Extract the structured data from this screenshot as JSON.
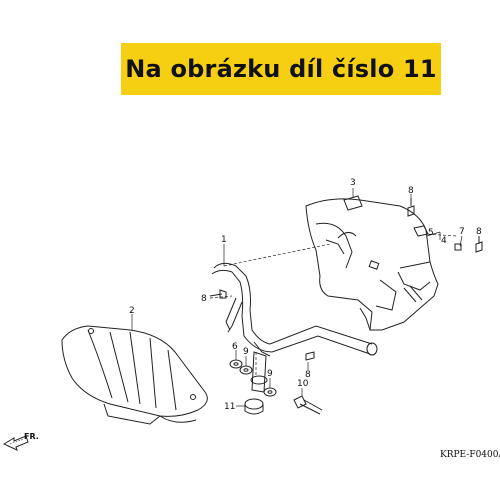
{
  "banner": {
    "text": "Na obrázku díl číslo 11",
    "color": "#f6cf13"
  },
  "callouts": [
    "1",
    "2",
    "3",
    "4",
    "5",
    "6",
    "7",
    "8",
    "8",
    "8",
    "8",
    "9",
    "9",
    "10",
    "11"
  ],
  "front_marker": "FR.",
  "diagram_code": "KRPE-F0400A"
}
